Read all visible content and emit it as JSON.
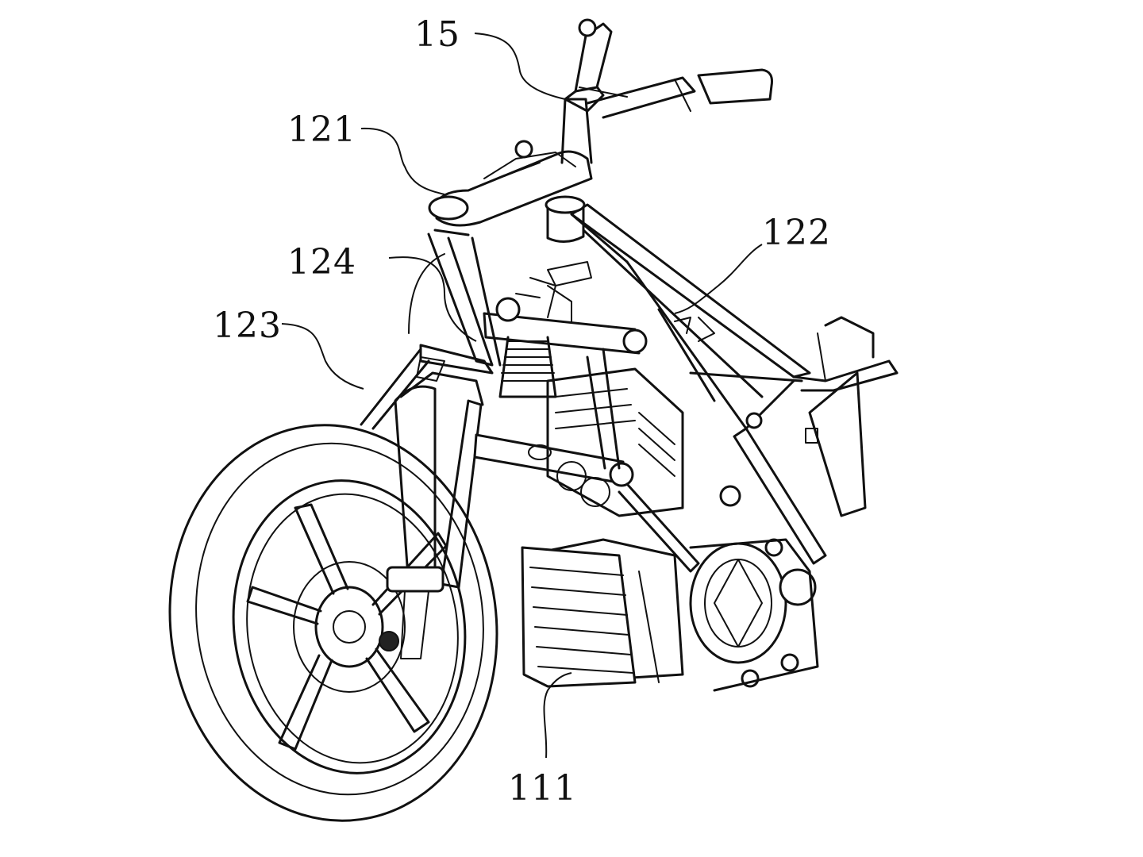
{
  "figure": {
    "labels": [
      {
        "id": "label-15",
        "text": "15"
      },
      {
        "id": "label-121",
        "text": "121"
      },
      {
        "id": "label-122",
        "text": "122"
      },
      {
        "id": "label-124",
        "text": "124"
      },
      {
        "id": "label-123",
        "text": "123"
      },
      {
        "id": "label-111",
        "text": "111"
      }
    ]
  }
}
